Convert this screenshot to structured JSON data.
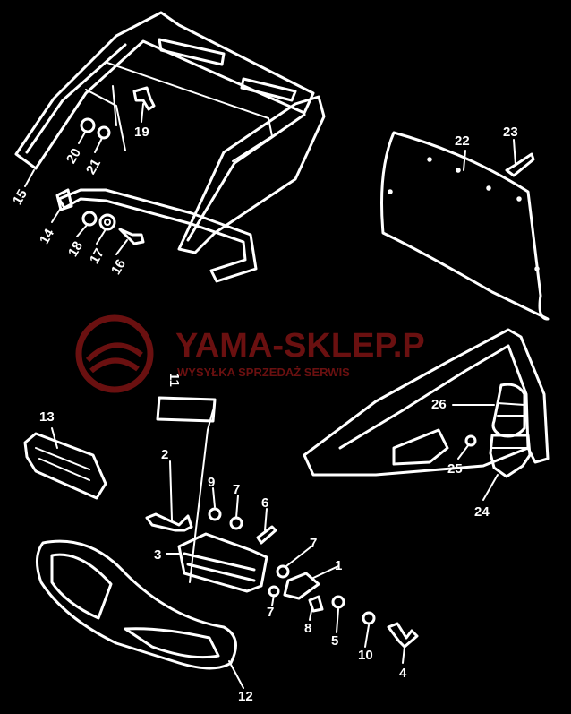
{
  "watermark": {
    "brand": "YAMA-SKLEP.P",
    "tagline": "WYSYŁKA SPRZEDAŻ SERWIS",
    "color": "#6a1010"
  },
  "callouts": [
    "1",
    "2",
    "3",
    "4",
    "5",
    "6",
    "7",
    "7",
    "7",
    "8",
    "9",
    "10",
    "11",
    "12",
    "13",
    "14",
    "15",
    "16",
    "17",
    "18",
    "19",
    "20",
    "21",
    "22",
    "23",
    "24",
    "25",
    "26"
  ],
  "colors": {
    "background": "#000000",
    "line": "#ffffff"
  }
}
